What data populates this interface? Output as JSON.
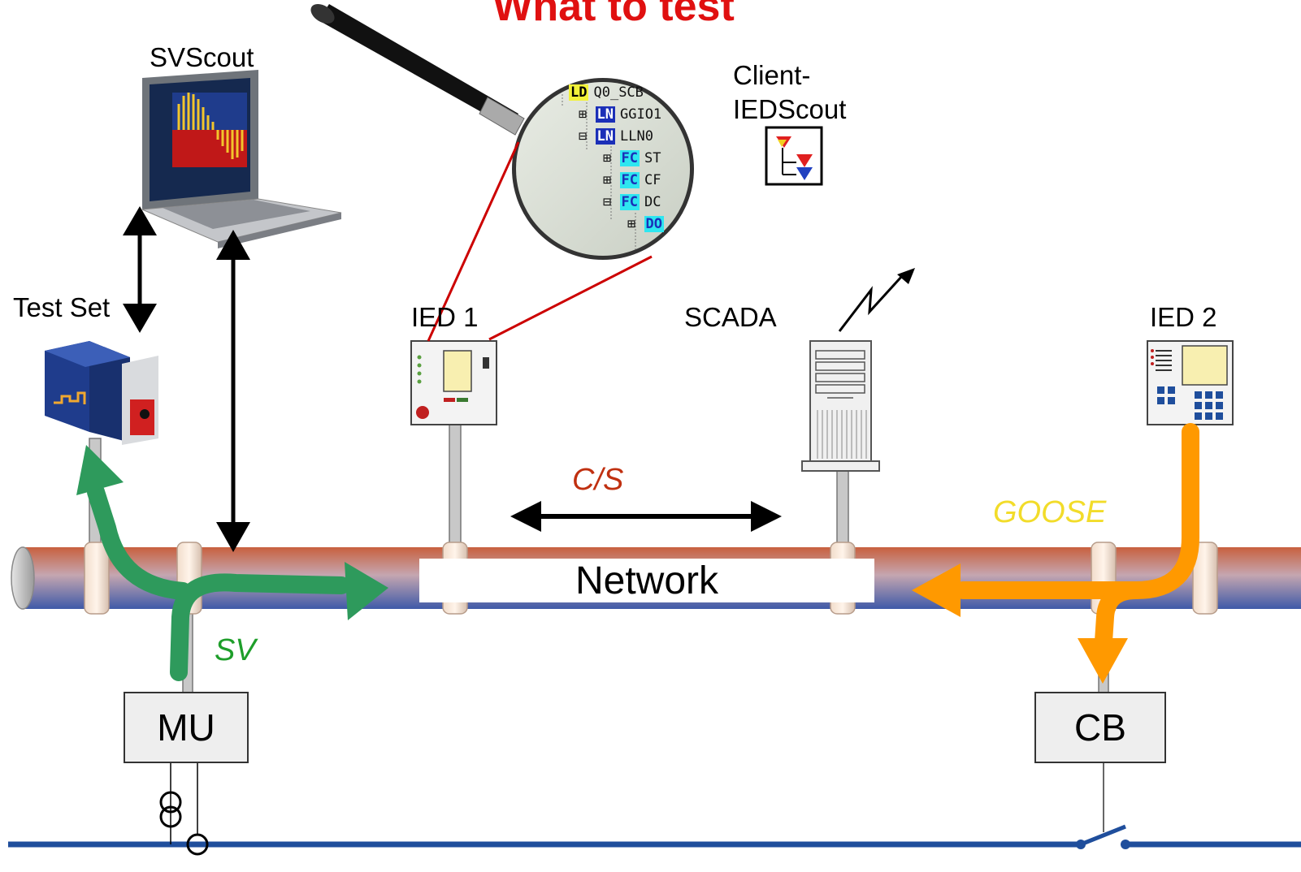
{
  "title": "What to test",
  "labels": {
    "svscout": "SVScout",
    "client_line1": "Client-",
    "client_line2": "IEDScout",
    "test_set": "Test Set",
    "ied1": "IED 1",
    "scada": "SCADA",
    "ied2": "IED 2",
    "network": "Network",
    "mu": "MU",
    "cb": "CB"
  },
  "flows": {
    "cs": "C/S",
    "goose": "GOOSE",
    "sv": "SV"
  },
  "tree": [
    {
      "tag": "LD",
      "text": "Q0_SCB"
    },
    {
      "tag": "LN",
      "text": "GGIO1"
    },
    {
      "tag": "LN",
      "text": "LLN0"
    },
    {
      "tag": "FC",
      "text": "ST"
    },
    {
      "tag": "FC",
      "text": "CF"
    },
    {
      "tag": "FC",
      "text": "DC"
    },
    {
      "tag": "DO",
      "text": ""
    }
  ],
  "colors": {
    "title": "#e01010",
    "sv": "#2e9a5c",
    "goose": "#ff9900",
    "goose_label": "#f2dc2a",
    "cs_label": "#c03010",
    "bus": "#1f4e9c",
    "link": "#cc0000"
  }
}
